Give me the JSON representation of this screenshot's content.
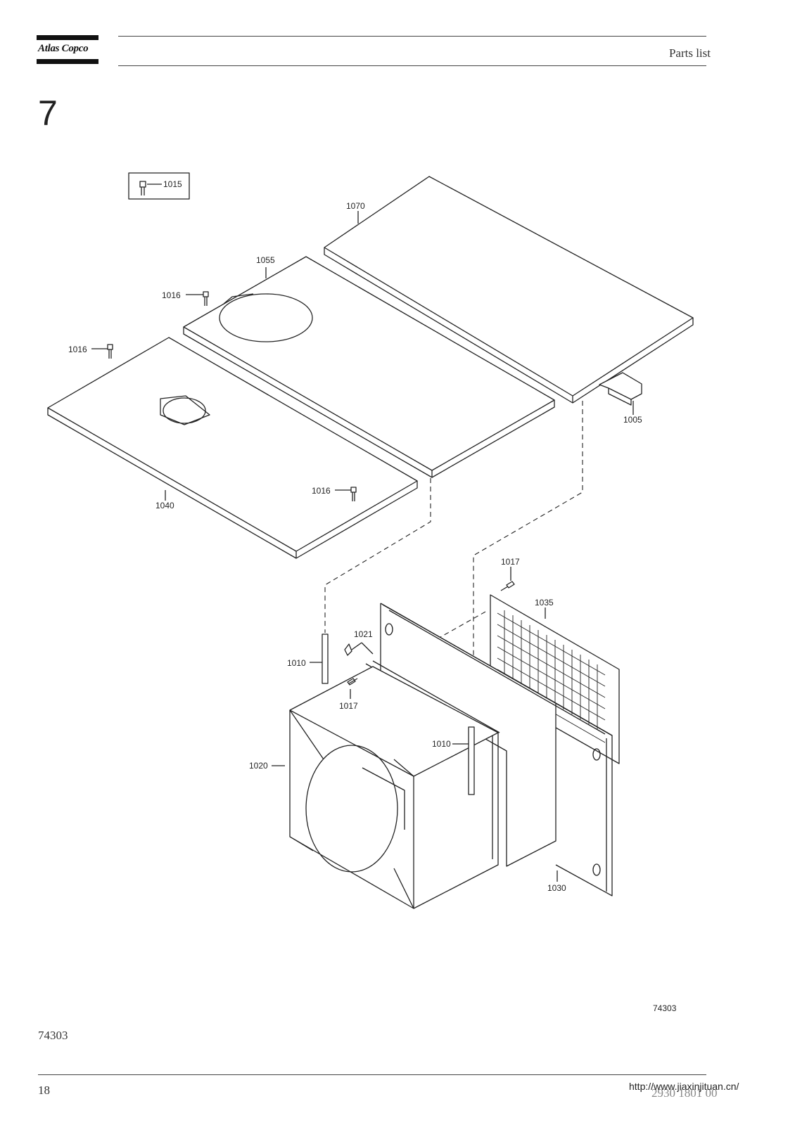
{
  "header": {
    "logo_text": "Atlas Copco",
    "title": "Parts list"
  },
  "chapter_number": "7",
  "diagram": {
    "drawing_number": "74303",
    "labels": {
      "p1015": "1015",
      "p1070": "1070",
      "p1055": "1055",
      "p1016_a": "1016",
      "p1016_b": "1016",
      "p1016_c": "1016",
      "p1005": "1005",
      "p1040": "1040",
      "p1017_a": "1017",
      "p1035": "1035",
      "p1021": "1021",
      "p1010_a": "1010",
      "p1017_b": "1017",
      "p1010_b": "1010",
      "p1020": "1020",
      "p1030": "1030"
    }
  },
  "footer": {
    "figure_ref": "74303",
    "page_number": "18",
    "doc_number": "2930 1801 00",
    "url": "http://www.jiaxinjituan.cn/"
  }
}
